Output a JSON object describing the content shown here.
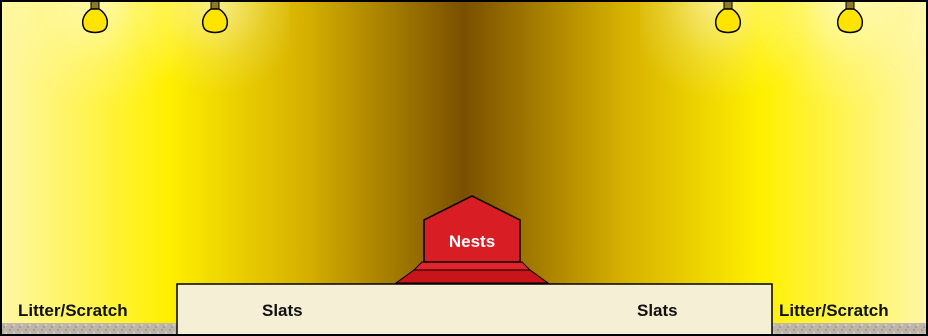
{
  "labels": {
    "litter_left": "Litter/Scratch",
    "slats_left": "Slats",
    "nests": "Nests",
    "slats_right": "Slats",
    "litter_right": "Litter/Scratch"
  },
  "light_bulb_count": 4,
  "colors": {
    "wall_light": "#fff59a",
    "wall_gold": "#d9b800",
    "wall_dark": "#7a5200",
    "nest_red": "#d81e24",
    "nest_dark_red": "#a8141a",
    "slats_fill": "#f5efd6",
    "floor_gravel": "#b9b0a6",
    "bulb_yellow": "#ffe400"
  }
}
